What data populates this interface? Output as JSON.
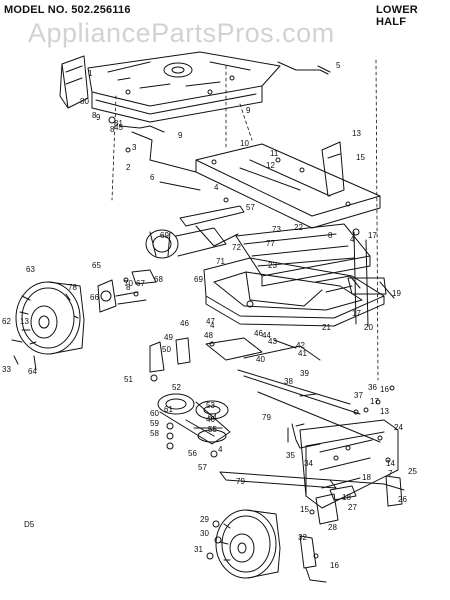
{
  "header": {
    "model": "MODEL NO. 502.256116",
    "section": "LOWER HALF"
  },
  "watermark": "AppliancePartsPros.com",
  "diagram_code": "D5",
  "callouts": [
    "1",
    "2",
    "3",
    "4",
    "4",
    "4",
    "4",
    "5",
    "6",
    "7",
    "8",
    "8",
    "8",
    "8",
    "9",
    "9",
    "9",
    "10",
    "11",
    "12",
    "13",
    "13",
    "13",
    "14",
    "15",
    "15",
    "16",
    "16",
    "17",
    "17",
    "17",
    "18",
    "18",
    "19",
    "20",
    "21",
    "22",
    "23",
    "24",
    "25",
    "26",
    "27",
    "28",
    "29",
    "30",
    "31",
    "32",
    "33",
    "34",
    "35",
    "36",
    "37",
    "38",
    "39",
    "40",
    "41",
    "42",
    "43",
    "44",
    "45",
    "46",
    "46",
    "46",
    "47",
    "48",
    "49",
    "50",
    "51",
    "52",
    "53",
    "54",
    "55",
    "56",
    "57",
    "57",
    "58",
    "59",
    "60",
    "61",
    "62",
    "63",
    "64",
    "65",
    "66",
    "67",
    "68",
    "69",
    "69",
    "70",
    "71",
    "72",
    "73",
    "77",
    "78",
    "79",
    "79",
    "80",
    "81"
  ]
}
